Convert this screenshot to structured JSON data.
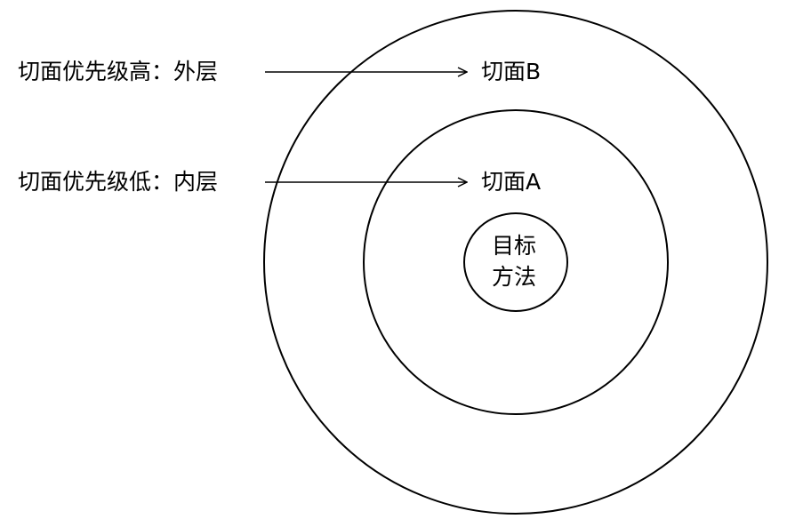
{
  "labels": {
    "outer_priority": "切面优先级高：外层",
    "inner_priority": "切面优先级低：内层",
    "aspect_b": "切面B",
    "aspect_a": "切面A",
    "target_line1": "目标",
    "target_line2": "方法"
  }
}
